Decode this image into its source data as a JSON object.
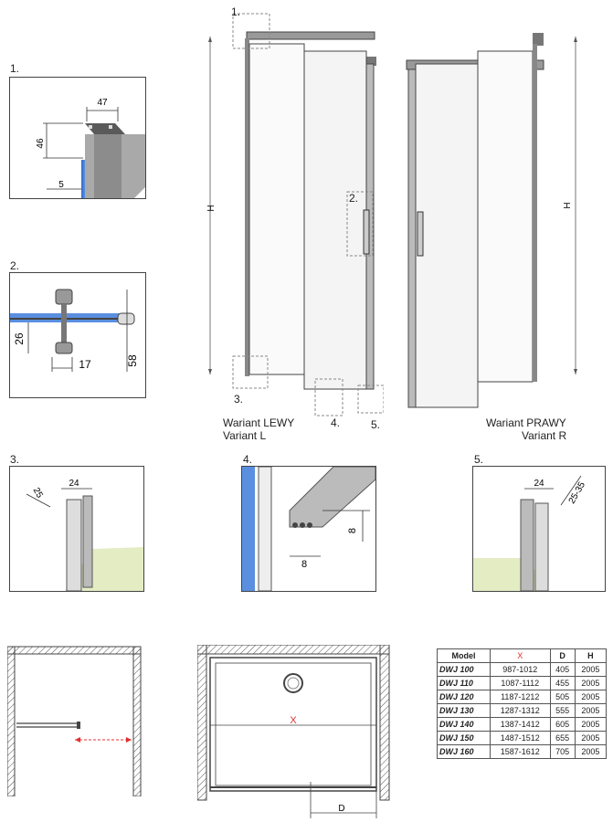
{
  "callouts": {
    "c1": "1.",
    "c2": "2.",
    "c3": "3.",
    "c4": "4.",
    "c5": "5."
  },
  "detail1": {
    "dim_width": "47",
    "dim_height": "46",
    "dim_offset": "5"
  },
  "detail2": {
    "dim_a": "26",
    "dim_b": "17",
    "dim_c": "58"
  },
  "detail3": {
    "dim_a": "24",
    "dim_b": "25"
  },
  "detail4": {
    "dim_a": "8",
    "dim_b": "8"
  },
  "detail5": {
    "dim_a": "24",
    "dim_b": "25-35"
  },
  "main": {
    "height_label": "H",
    "variant_left_line1": "Wariant LEWY",
    "variant_left_line2": "Variant L",
    "variant_right_line1": "Wariant PRAWY",
    "variant_right_line2": "Variant R"
  },
  "plan": {
    "x_label": "X",
    "d_label": "D"
  },
  "colors": {
    "accent_red": "#e03030",
    "floor_green": "#e4ecc4",
    "glass_blue": "#5a8fe0"
  },
  "table": {
    "headers": [
      "Model",
      "X",
      "D",
      "H"
    ],
    "rows": [
      [
        "DWJ 100",
        "987-1012",
        "405",
        "2005"
      ],
      [
        "DWJ 110",
        "1087-1112",
        "455",
        "2005"
      ],
      [
        "DWJ 120",
        "1187-1212",
        "505",
        "2005"
      ],
      [
        "DWJ 130",
        "1287-1312",
        "555",
        "2005"
      ],
      [
        "DWJ 140",
        "1387-1412",
        "605",
        "2005"
      ],
      [
        "DWJ 150",
        "1487-1512",
        "655",
        "2005"
      ],
      [
        "DWJ 160",
        "1587-1612",
        "705",
        "2005"
      ]
    ]
  }
}
